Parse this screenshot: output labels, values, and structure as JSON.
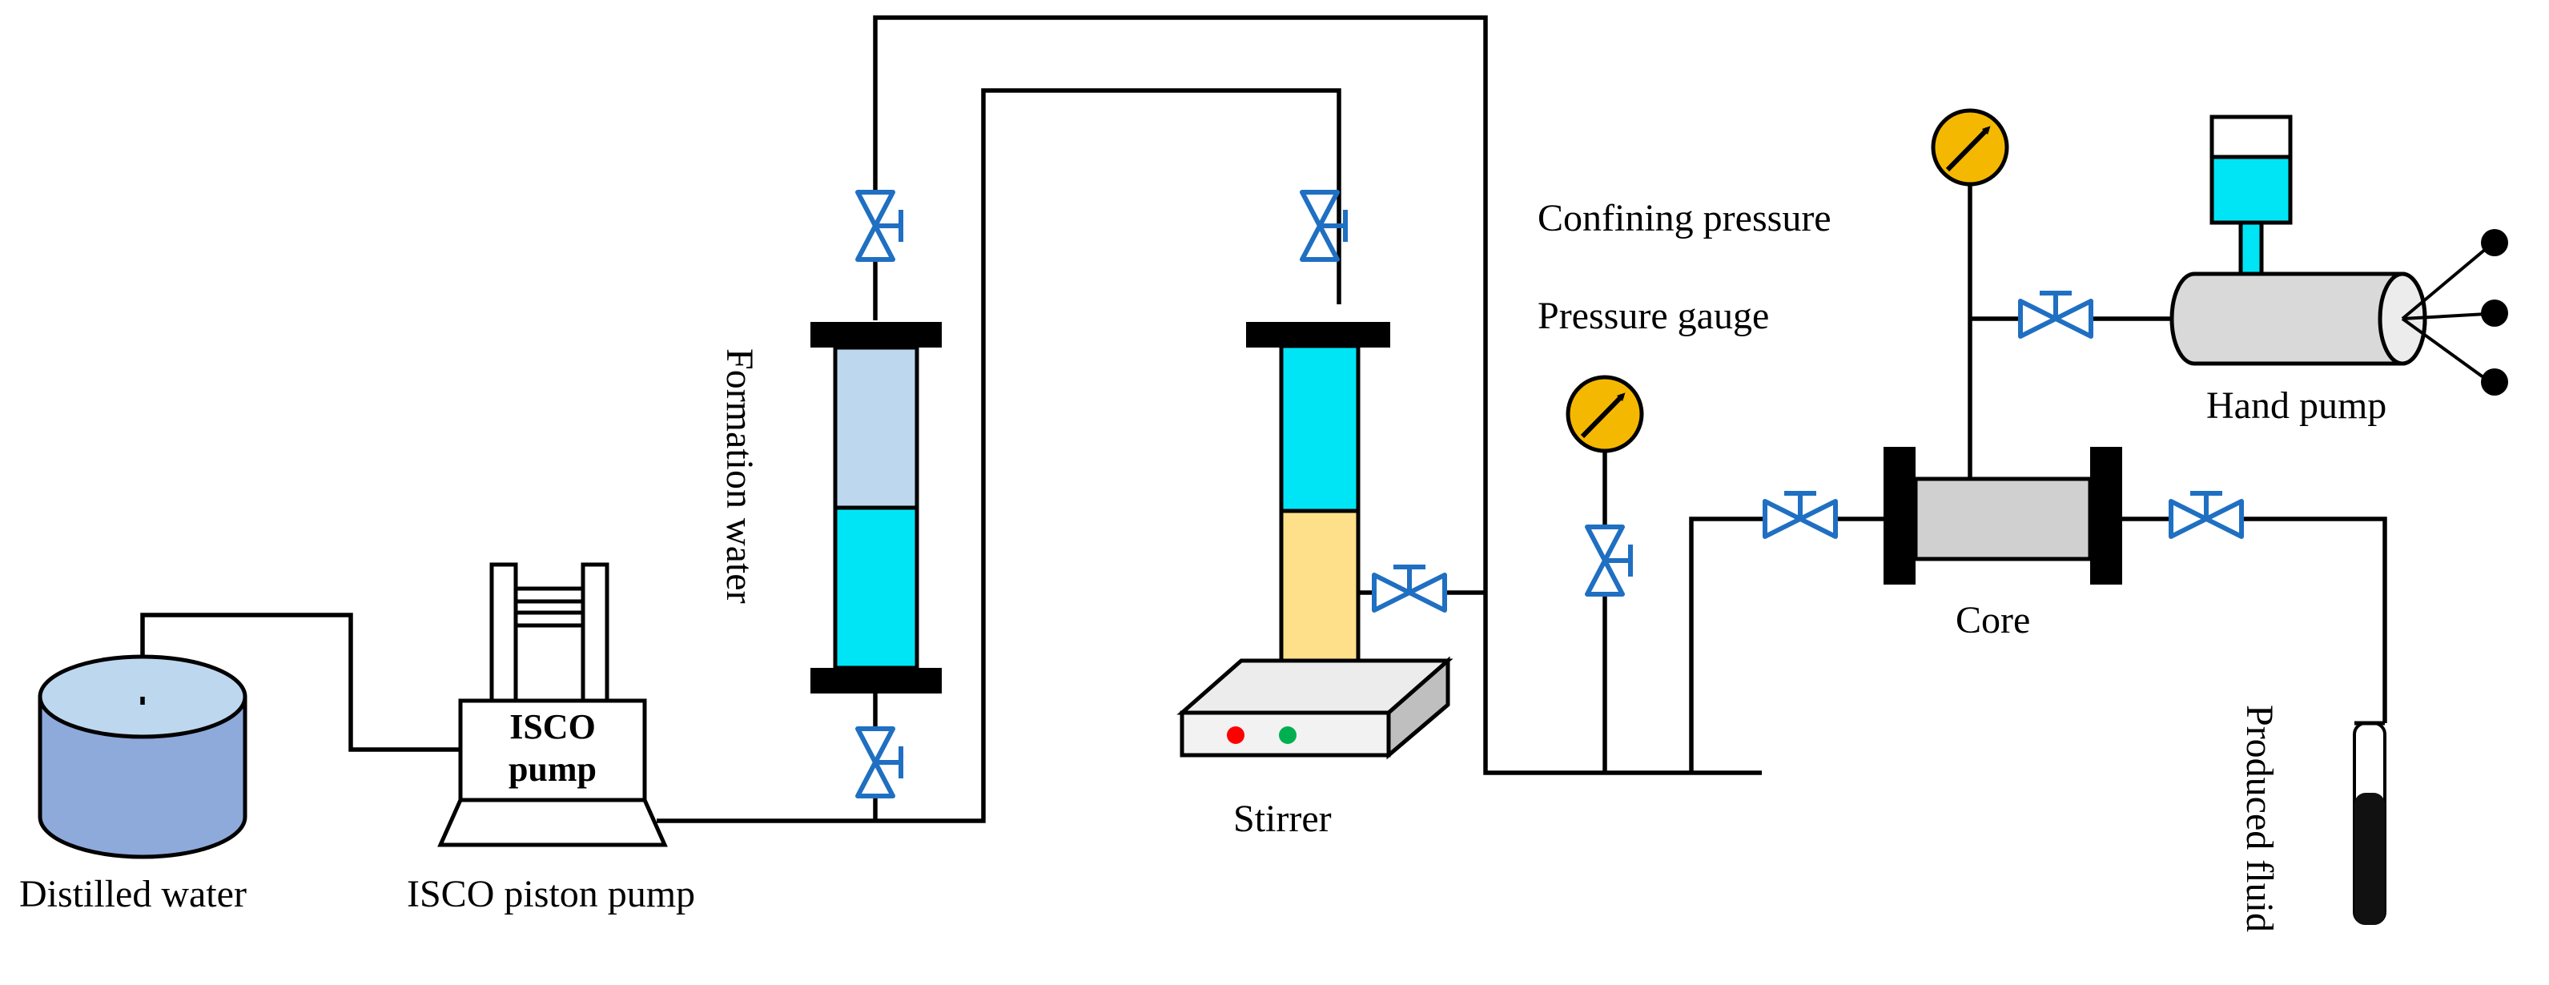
{
  "labels": {
    "distilled_water": "Distilled water",
    "isco_piston_pump": "ISCO piston pump",
    "isco_pump_line1": "ISCO",
    "isco_pump_line2": "pump",
    "formation_water": "Formation water",
    "stirrer": "Stirrer",
    "confining_pressure": "Confining pressure",
    "pressure_gauge": "Pressure gauge",
    "hand_pump": "Hand pump",
    "core": "Core",
    "produced_fluid": "Produced fluid"
  },
  "colors": {
    "distilled_water": "#8eaadb",
    "water_light": "#bdd7ee",
    "water_cyan": "#00e5f5",
    "oil_yellow": "#ffe08a",
    "gauge_yellow": "#f5b800",
    "valve_blue": "#1f6fc2",
    "core_grey": "#d0d0d0",
    "hand_pump_grey": "#d9d9d9",
    "produced_fluid": "#111111",
    "stirrer_red": "#ff0000",
    "stirrer_green": "#00b050"
  },
  "icons": {
    "valve": "needle-valve-icon",
    "gauge": "pressure-gauge-icon",
    "hand_pump_handles": "hand-pump-handle-icon"
  }
}
